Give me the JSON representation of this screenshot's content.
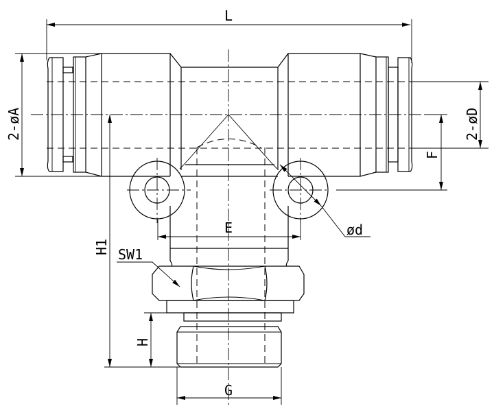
{
  "drawing": {
    "title": "Push-in male branch tee fitting dimension drawing",
    "labels": {
      "L": "L",
      "A": "2-øA",
      "D": "2-øD",
      "F": "F",
      "d": "ød",
      "E": "E",
      "SW1": "SW1",
      "H1": "H1",
      "H": "H",
      "G": "G"
    },
    "line_color": "#000000",
    "background": "#ffffff"
  }
}
